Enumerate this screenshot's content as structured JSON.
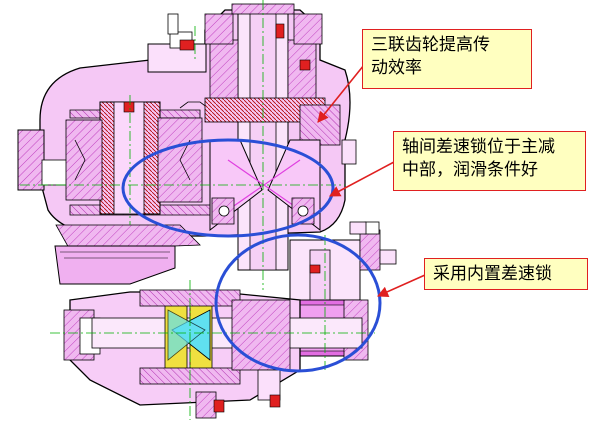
{
  "callouts": [
    {
      "lines": [
        "三联齿轮提高传",
        "动效率"
      ]
    },
    {
      "lines": [
        "轴间差速锁位于主减",
        "中部，润滑条件好"
      ]
    },
    {
      "lines": [
        "采用内置差速锁"
      ]
    }
  ],
  "colors": {
    "part_fill": "#f0b8f0",
    "part_fill_dark": "#e070e0",
    "outline": "#000000",
    "centerline": "#00b000",
    "highlight_ellipse": "#2a4fd6",
    "arrow": "#e02020",
    "callout_bg": "#ffffc0",
    "callout_border": "#e02020",
    "gear_teeth": "#b00000",
    "shaft_yellow": "#f0e040",
    "shaft_cyan": "#60e0f0"
  }
}
